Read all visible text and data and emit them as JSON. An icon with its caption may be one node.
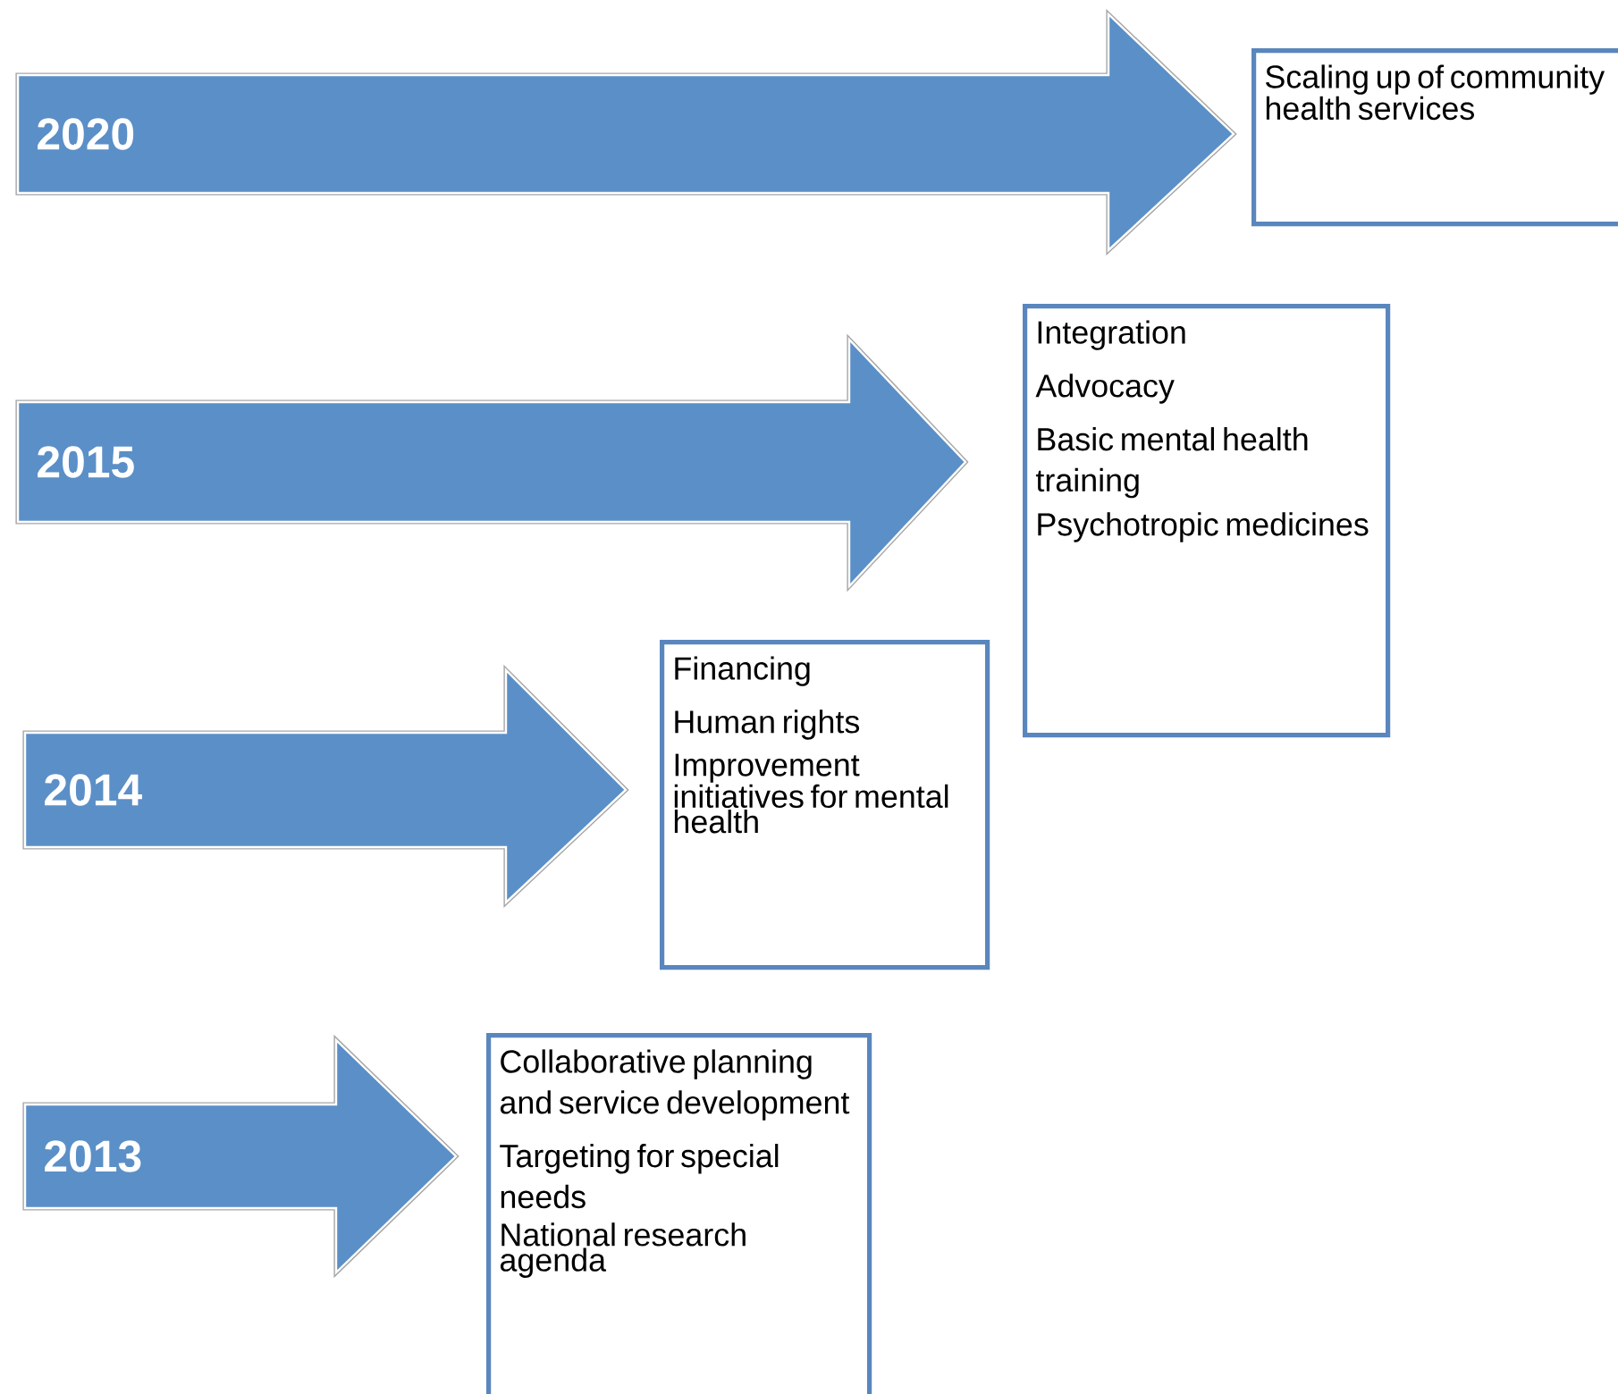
{
  "diagram": {
    "nodes": [
      {
        "text": [
          "2020"
        ]
      },
      {
        "text": [
          "Scaling up of community health services"
        ]
      },
      {
        "text": [
          "2015"
        ]
      },
      {
        "text": [
          "Integration",
          "Advocacy",
          "Basic mental health training",
          "Psychotropic medicines"
        ]
      },
      {
        "text": [
          "2014"
        ]
      },
      {
        "text": [
          "Financing",
          "Human rights",
          "Improvement initiatives for mental health"
        ]
      },
      {
        "text": [
          "2013"
        ]
      },
      {
        "text": [
          "Collaborative planning and service development",
          "Targeting for special needs",
          "National research agenda"
        ]
      }
    ]
  }
}
